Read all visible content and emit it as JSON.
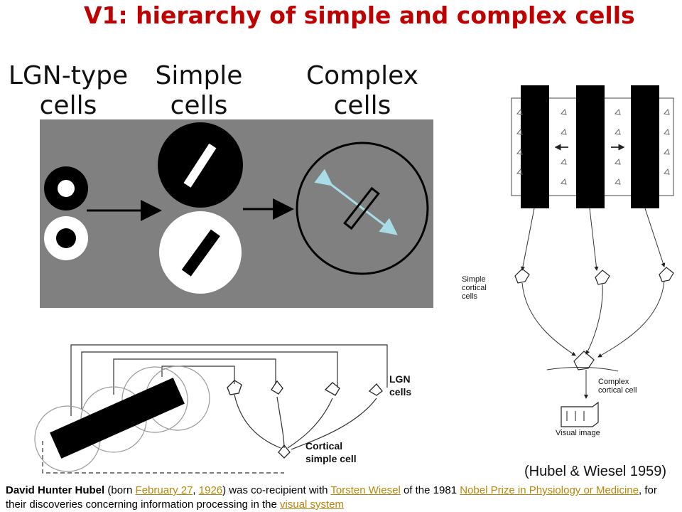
{
  "title": "V1: hierarchy of simple and complex cells",
  "columns": {
    "lgn": [
      "LGN-type",
      "cells"
    ],
    "simple": [
      "Simple",
      "cells"
    ],
    "complex": [
      "Complex",
      "cells"
    ]
  },
  "hubel_figure": {
    "simple_label": [
      "Simple",
      "cortical",
      "cells"
    ],
    "complex_label": [
      "Complex",
      "cortical cell"
    ],
    "visual_image_label": "Visual image"
  },
  "lgn_figure": {
    "lgn_label": [
      "LGN",
      "cells"
    ],
    "cortical_label": [
      "Cortical",
      "simple cell"
    ]
  },
  "citation": "(Hubel & Wiesel 1959)",
  "caption": {
    "name": "David Hunter Hubel",
    "t1": " (born ",
    "link_date": "February 27",
    "t2": ", ",
    "link_year": "1926",
    "t3": ") was co-recipient with ",
    "link_wiesel": "Torsten Wiesel",
    "t4": " of the 1981 ",
    "link_nobel": "Nobel Prize in Physiology or Medicine",
    "t5": ", for their discoveries concerning information processing in the ",
    "link_visual": "visual system"
  },
  "colors": {
    "title": "#c00000",
    "panel": "#808080",
    "link": "#b8860b",
    "arrow_cyan": "#a8dde8"
  }
}
